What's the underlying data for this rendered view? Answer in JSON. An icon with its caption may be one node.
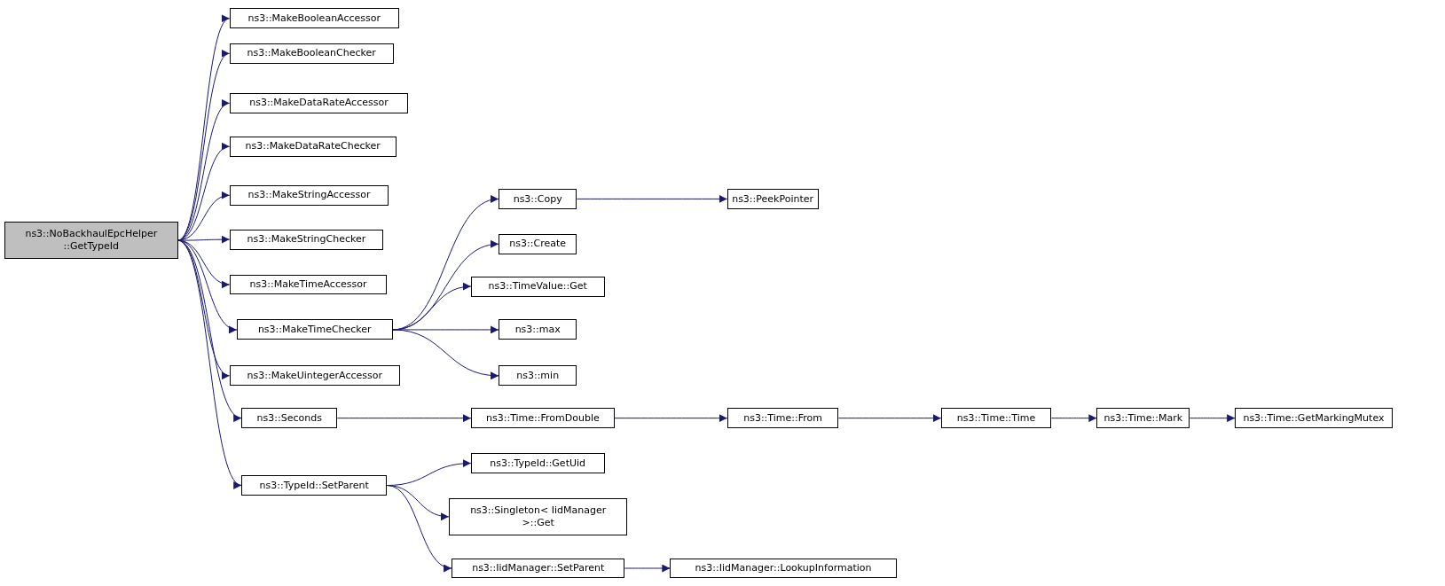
{
  "diagram": {
    "nodes": [
      {
        "text": [
          "ns3::NoBackhaulEpcHelper ::GetTypeId"
        ]
      },
      {
        "text": [
          "ns3::MakeBooleanAccessor"
        ]
      },
      {
        "text": [
          "ns3::MakeBooleanChecker"
        ]
      },
      {
        "text": [
          "ns3::MakeDataRateAccessor"
        ]
      },
      {
        "text": [
          "ns3::MakeDataRateChecker"
        ]
      },
      {
        "text": [
          "ns3::MakeStringAccessor"
        ]
      },
      {
        "text": [
          "ns3::MakeStringChecker"
        ]
      },
      {
        "text": [
          "ns3::MakeTimeAccessor"
        ]
      },
      {
        "text": [
          "ns3::MakeTimeChecker"
        ]
      },
      {
        "text": [
          "ns3::MakeUintegerAccessor"
        ]
      },
      {
        "text": [
          "ns3::Seconds"
        ]
      },
      {
        "text": [
          "ns3::TypeId::SetParent"
        ]
      },
      {
        "text": [
          "ns3::Copy"
        ]
      },
      {
        "text": [
          "ns3::PeekPointer"
        ]
      },
      {
        "text": [
          "ns3::Create"
        ]
      },
      {
        "text": [
          "ns3::TimeValue::Get"
        ]
      },
      {
        "text": [
          "ns3::max"
        ]
      },
      {
        "text": [
          "ns3::min"
        ]
      },
      {
        "text": [
          "ns3::Time::FromDouble"
        ]
      },
      {
        "text": [
          "ns3::Time::From"
        ]
      },
      {
        "text": [
          "ns3::Time::Time"
        ]
      },
      {
        "text": [
          "ns3::Time::Mark"
        ]
      },
      {
        "text": [
          "ns3::Time::GetMarkingMutex"
        ]
      },
      {
        "text": [
          "ns3::TypeId::GetUid"
        ]
      },
      {
        "text": [
          "ns3::Singleton< IidManager >::Get"
        ]
      },
      {
        "text": [
          "ns3::IidManager::SetParent"
        ]
      },
      {
        "text": [
          "ns3::IidManager::LookupInformation"
        ]
      }
    ],
    "edges": [
      {
        "from": 0,
        "to": 1,
        "arrow": "to"
      },
      {
        "from": 0,
        "to": 2,
        "arrow": "to"
      },
      {
        "from": 0,
        "to": 3,
        "arrow": "to"
      },
      {
        "from": 0,
        "to": 4,
        "arrow": "to"
      },
      {
        "from": 0,
        "to": 5,
        "arrow": "to"
      },
      {
        "from": 0,
        "to": 6,
        "arrow": "to"
      },
      {
        "from": 0,
        "to": 7,
        "arrow": "to"
      },
      {
        "from": 0,
        "to": 8,
        "arrow": "to"
      },
      {
        "from": 0,
        "to": 9,
        "arrow": "to"
      },
      {
        "from": 0,
        "to": 10,
        "arrow": "to"
      },
      {
        "from": 0,
        "to": 11,
        "arrow": "to"
      },
      {
        "from": 8,
        "to": 12,
        "arrow": "to"
      },
      {
        "from": 8,
        "to": 14,
        "arrow": "to"
      },
      {
        "from": 8,
        "to": 15,
        "arrow": "to"
      },
      {
        "from": 8,
        "to": 16,
        "arrow": "to"
      },
      {
        "from": 8,
        "to": 17,
        "arrow": "to"
      },
      {
        "from": 12,
        "to": 13,
        "arrow": "to"
      },
      {
        "from": 10,
        "to": 18,
        "arrow": "to"
      },
      {
        "from": 18,
        "to": 19,
        "arrow": "to"
      },
      {
        "from": 19,
        "to": 20,
        "arrow": "to"
      },
      {
        "from": 20,
        "to": 21,
        "arrow": "to"
      },
      {
        "from": 21,
        "to": 22,
        "arrow": "to"
      },
      {
        "from": 11,
        "to": 23,
        "arrow": "to"
      },
      {
        "from": 11,
        "to": 24,
        "arrow": "to"
      },
      {
        "from": 11,
        "to": 25,
        "arrow": "to"
      },
      {
        "from": 25,
        "to": 26,
        "arrow": "to"
      }
    ]
  }
}
